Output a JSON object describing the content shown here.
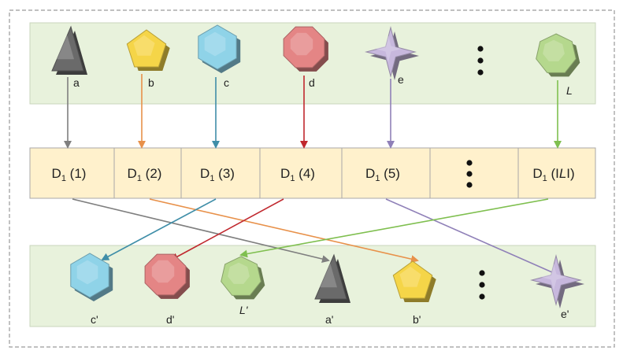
{
  "top_row": {
    "items": [
      {
        "shape": "triangle",
        "color": "#6a6a6a",
        "label": "a",
        "italic": false
      },
      {
        "shape": "pentagon",
        "color": "#f5d548",
        "label": "b",
        "italic": false
      },
      {
        "shape": "hexagon",
        "color": "#8fd3e8",
        "label": "c",
        "italic": false
      },
      {
        "shape": "octagon",
        "color": "#e48585",
        "label": "d",
        "italic": false
      },
      {
        "shape": "star4",
        "color": "#c7b8dd",
        "label": "e",
        "italic": false
      },
      {
        "shape": "heptagon",
        "color": "#b5d88d",
        "label": "L",
        "italic": true
      }
    ]
  },
  "array_row": {
    "cells": [
      {
        "prefix": "D",
        "subscript": "1",
        "arg": " (1)",
        "arg_italic": false
      },
      {
        "prefix": "D",
        "subscript": "1",
        "arg": " (2)",
        "arg_italic": false
      },
      {
        "prefix": "D",
        "subscript": "1",
        "arg": " (3)",
        "arg_italic": false
      },
      {
        "prefix": "D",
        "subscript": "1",
        "arg": " (4)",
        "arg_italic": false
      },
      {
        "prefix": "D",
        "subscript": "1",
        "arg": " (5)",
        "arg_italic": false
      },
      {
        "prefix": "",
        "subscript": "",
        "arg": "",
        "ellipsis": true
      },
      {
        "prefix": "D",
        "subscript": "1",
        "arg_pre": " (I",
        "arg_italic_part": "L",
        "arg_post": "I)"
      }
    ]
  },
  "bottom_row": {
    "items": [
      {
        "shape": "hexagon",
        "color": "#8fd3e8",
        "label": "c'",
        "italic": false
      },
      {
        "shape": "octagon",
        "color": "#e48585",
        "label": "d'",
        "italic": false
      },
      {
        "shape": "heptagon",
        "color": "#b5d88d",
        "label": "L'",
        "italic": true
      },
      {
        "shape": "triangle",
        "color": "#6a6a6a",
        "label": "a'",
        "italic": false
      },
      {
        "shape": "pentagon",
        "color": "#f5d548",
        "label": "b'",
        "italic": false
      },
      {
        "shape": "star4",
        "color": "#c7b8dd",
        "label": "e'",
        "italic": false
      }
    ]
  },
  "arrow_colors": {
    "a": "#7f7f7f",
    "b": "#e8914a",
    "c": "#3f8ea8",
    "d": "#c0282e",
    "e": "#8f80b8",
    "L": "#7fbf4f"
  },
  "panel_fill": "#e8f2dc",
  "cell_fill": "#fff1cc"
}
